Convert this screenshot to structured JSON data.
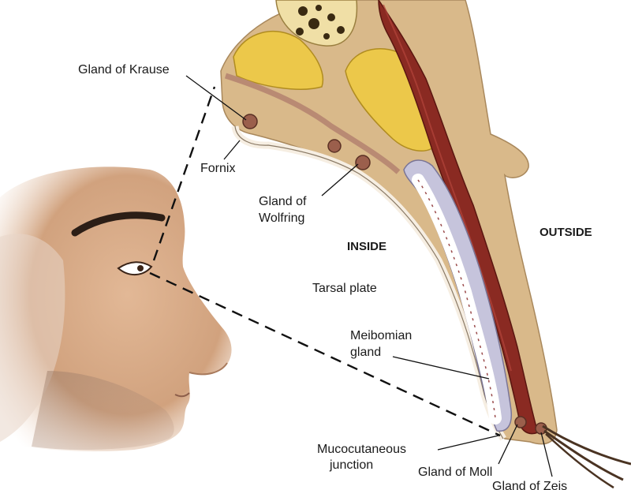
{
  "labels": {
    "gland_of_krause": "Gland of Krause",
    "fornix": "Fornix",
    "gland_of_wolfring_line1": "Gland of",
    "gland_of_wolfring_line2": "Wolfring",
    "inside": "INSIDE",
    "outside": "OUTSIDE",
    "tarsal_plate": "Tarsal plate",
    "meibomian_line1": "Meibomian",
    "meibomian_line2": "gland",
    "mucocutaneous_line1": "Mucocutaneous",
    "mucocutaneous_line2": "junction",
    "gland_of_moll": "Gland of Moll",
    "gland_of_zeis": "Gland of Zeis"
  },
  "colors": {
    "skin_tissue": "#d9b98a",
    "fat": "#ecc84a",
    "muscle": "#8a2a22",
    "tarsal_plate": "#c6c4dc",
    "conjunctiva_inner": "#f6eee2",
    "bone": "#f0dfa6",
    "face_skin": "#d4a983"
  }
}
